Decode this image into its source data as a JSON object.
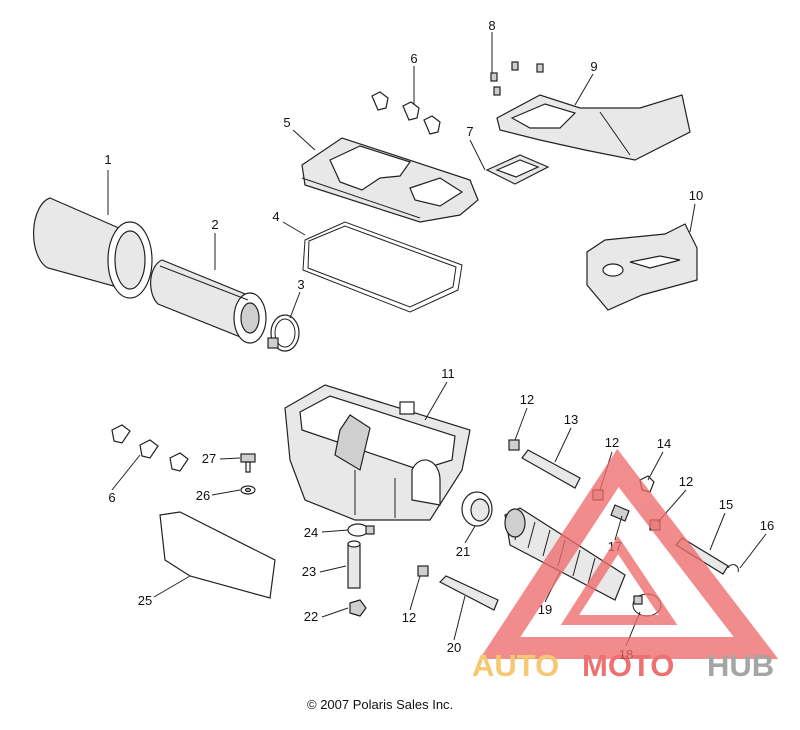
{
  "diagram": {
    "labels": [
      {
        "id": "1",
        "text": "1"
      },
      {
        "id": "2",
        "text": "2"
      },
      {
        "id": "3",
        "text": "3"
      },
      {
        "id": "4",
        "text": "4"
      },
      {
        "id": "5",
        "text": "5"
      },
      {
        "id": "6a",
        "text": "6"
      },
      {
        "id": "6b",
        "text": "6"
      },
      {
        "id": "7",
        "text": "7"
      },
      {
        "id": "8",
        "text": "8"
      },
      {
        "id": "9",
        "text": "9"
      },
      {
        "id": "10",
        "text": "10"
      },
      {
        "id": "11",
        "text": "11"
      },
      {
        "id": "12a",
        "text": "12"
      },
      {
        "id": "12b",
        "text": "12"
      },
      {
        "id": "12c",
        "text": "12"
      },
      {
        "id": "12d",
        "text": "12"
      },
      {
        "id": "13",
        "text": "13"
      },
      {
        "id": "14",
        "text": "14"
      },
      {
        "id": "15",
        "text": "15"
      },
      {
        "id": "16",
        "text": "16"
      },
      {
        "id": "17",
        "text": "17"
      },
      {
        "id": "18",
        "text": "18"
      },
      {
        "id": "19",
        "text": "19"
      },
      {
        "id": "20",
        "text": "20"
      },
      {
        "id": "21",
        "text": "21"
      },
      {
        "id": "22",
        "text": "22"
      },
      {
        "id": "23",
        "text": "23"
      },
      {
        "id": "24",
        "text": "24"
      },
      {
        "id": "25",
        "text": "25"
      },
      {
        "id": "26",
        "text": "26"
      },
      {
        "id": "27",
        "text": "27"
      }
    ],
    "copyright": "© 2007 Polaris Sales Inc."
  },
  "watermark": {
    "part1": "AUTO",
    "part2": "MOTO",
    "part3": "HUB",
    "colors": {
      "orange": "#f5b84a",
      "red": "#e84a4a",
      "gray": "#8c8c8c",
      "triangle": "#ef6b6b"
    }
  }
}
